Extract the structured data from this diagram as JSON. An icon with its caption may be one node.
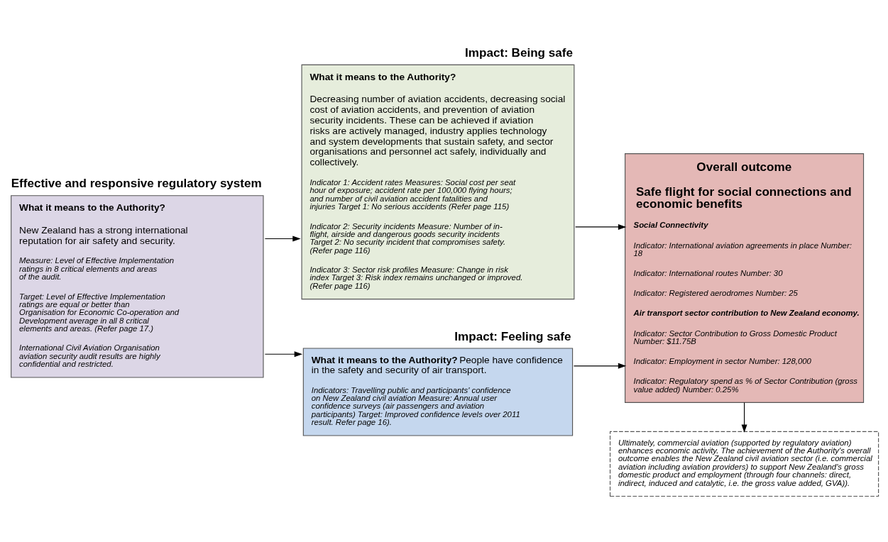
{
  "diagram": {
    "nodes": [
      {
        "text": [
          "Effective and responsive regulatory system",
          "What it means to the Authority?",
          "New Zealand has a strong international reputation for air safety and security.",
          "Measure: Level of Effective Implementation ratings in 8 critical elements and areas of the audit.",
          "Target: Level of Effective Implementation ratings are equal or better than Organisation for Economic Co-operation and Development average in all 8 critical elements and areas. (Refer page 17.)",
          "International Civil Aviation Organisation aviation security audit results are highly confidential and restricted."
        ]
      },
      {
        "text": [
          "Impact: Being safe",
          "What it means to the Authority?",
          "Decreasing number of aviation accidents, decreasing social cost of aviation accidents, and prevention of aviation security incidents. These can be achieved if aviation risks are actively managed, industry applies technology and system developments that sustain safety, and sector organisations and personnel act safely, individually and collectively.",
          "Indicator 1: Accident rates Measures: Social cost per seat hour of exposure; accident rate per 100,000 flying hours; and number of civil aviation accident fatalities and injuries Target 1: No serious accidents (Refer page 115)",
          "Indicator 2: Security incidents Measure: Number of in-flight, airside and dangerous goods security incidents Target 2: No security incident that compromises safety. (Refer page 116)",
          "Indicator 3: Sector risk profiles Measure: Change in risk index Target 3: Risk index remains unchanged or improved. (Refer page 116)"
        ]
      },
      {
        "text": [
          "Impact: Feeling safe",
          "**What it means to the Authority?** People have confidence in the safety and security of air transport.",
          "Indicators: Travelling public and participants' confidence on New Zealand civil aviation Measure: Annual user confidence surveys (air passengers and aviation participants) Target: Improved confidence levels over 2011 result. Refer page 16)."
        ]
      },
      {
        "text": [
          "Overall outcome",
          "Safe flight for social connections and economic benefits",
          "Social Connectivity",
          "Indicator: International aviation agreements in place Number: 18",
          "Indicator: International routes Number: 30",
          "Indicator: Registered aerodromes Number: 25",
          "Air transport sector contribution to New Zealand economy.",
          "Indicator: Sector Contribution to Gross Domestic Product Number: $11.75B",
          "Indicator: Employment in sector Number: 128,000",
          "Indicator: Regulatory spend as % of Sector Contribution (gross value added) Number: 0.25%"
        ]
      },
      {
        "text": [
          "Ultimately, commercial aviation (supported by regulatory aviation) enhances economic activity. The achievement of the Authority's overall outcome enables the New Zealand civil aviation sector (i.e. commercial aviation including aviation providers) to support New Zealand's gross domestic product and employment (through four channels: direct, indirect, induced and catalytic, i.e. the gross value added, GVA))."
        ]
      }
    ],
    "edges": [
      {
        "from": 0,
        "to": 1,
        "arrow": "to"
      },
      {
        "from": 0,
        "to": 2,
        "arrow": "to"
      },
      {
        "from": 1,
        "to": 3,
        "arrow": "to"
      },
      {
        "from": 2,
        "to": 3,
        "arrow": "to"
      },
      {
        "from": 3,
        "to": 4,
        "arrow": "to"
      }
    ]
  }
}
